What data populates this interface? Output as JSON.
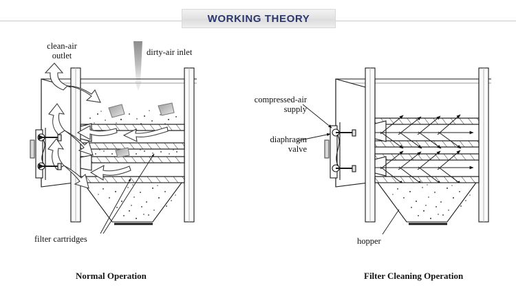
{
  "header": {
    "title": "WORKING THEORY",
    "title_color": "#2b376e",
    "box_bg": "#e7e7e7",
    "rule_color": "#c9c9c9"
  },
  "diagrams": [
    {
      "id": "normal-operation",
      "caption": "Normal Operation",
      "labels": [
        {
          "name": "clean-air-outlet",
          "text": "clean-air\noutlet"
        },
        {
          "name": "dirty-air-inlet",
          "text": "dirty-air inlet"
        },
        {
          "name": "filter-cartridges",
          "text": "filter cartridges"
        }
      ],
      "parts": {
        "housing": "dust collector housing",
        "plenum": "clean-air plenum",
        "filter_bands": 4,
        "hopper": "hopper",
        "valve_assembly": "diaphragm valve manifold"
      },
      "flow": "dirty air enters top, passes through filter cartridges, clean air exits left"
    },
    {
      "id": "filter-cleaning-operation",
      "caption": "Filter Cleaning Operation",
      "labels": [
        {
          "name": "compressed-air-supply",
          "text": "compressed-air\nsupply"
        },
        {
          "name": "diaphragm-valve",
          "text": "diaphragm\nvalve"
        },
        {
          "name": "hopper",
          "text": "hopper"
        }
      ],
      "parts": {
        "housing": "dust collector housing",
        "plenum": "clean-air plenum",
        "filter_bands": 4,
        "hopper": "hopper",
        "valve_assembly": "diaphragm valve manifold"
      },
      "flow": "compressed air pulses outward through filter cartridges, dislodging dust into hopper"
    }
  ],
  "colors": {
    "line": "#1a1a1a",
    "hatch": "#2a2a2a",
    "dust": "#555555",
    "arrow_outline": "#3a3a3a",
    "inlet_dark": "#8a8a8a",
    "inlet_light": "#f4f4f4",
    "panel_fill": "#f7f7f7"
  }
}
